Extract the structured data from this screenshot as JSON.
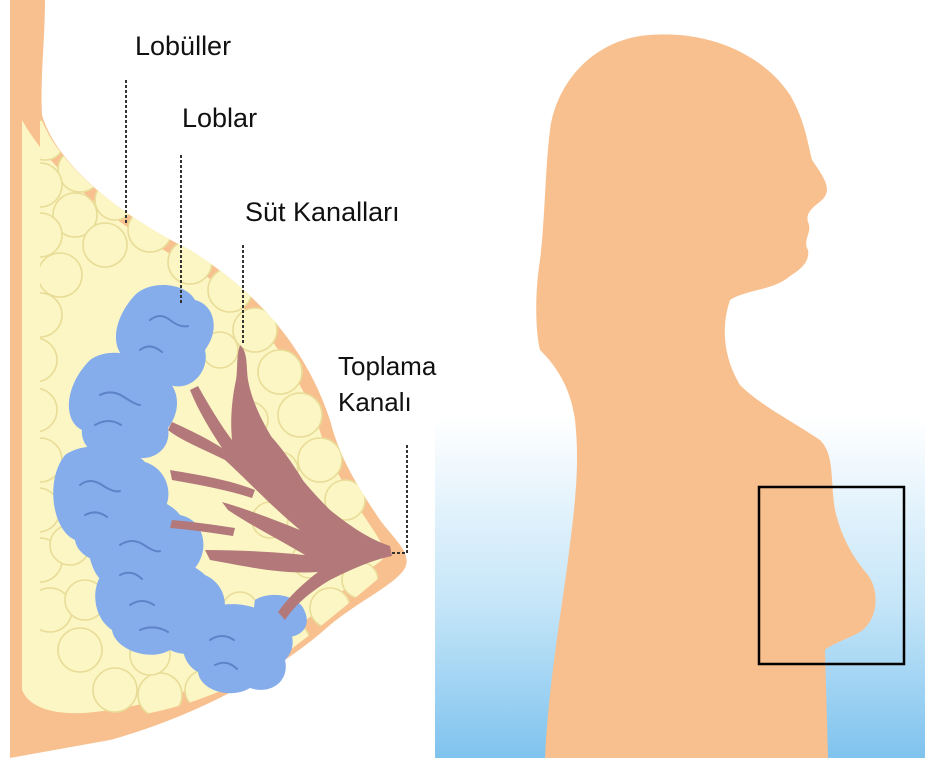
{
  "labels": {
    "lobuller": "Lobüller",
    "loblar": "Loblar",
    "sut_kanallari": "Süt Kanalları",
    "toplama_kanali": "Toplama\nKanalı"
  },
  "colors": {
    "skin": "#F8C08F",
    "fat_tissue": "#FBF6C4",
    "lobes": "#86ADEB",
    "ducts": "#B3797A",
    "sky_top": "#FFFFFF",
    "sky_bottom": "#7FC3EE",
    "outline": "#000000"
  },
  "icons": {
    "figure": "woman-silhouette-icon",
    "highlight": "zoom-box-icon"
  }
}
